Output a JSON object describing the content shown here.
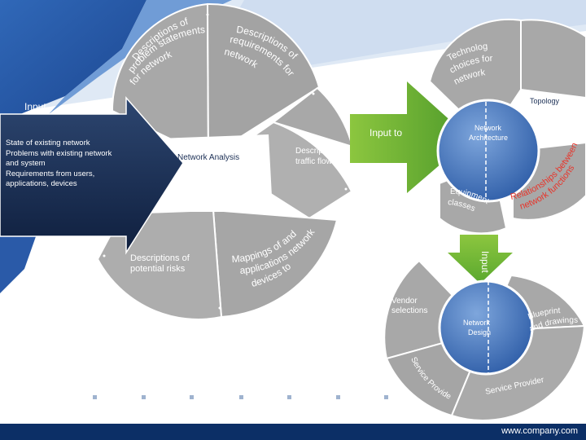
{
  "analysis": {
    "segments": {
      "problem_statements": "Descriptions of problem statements for network",
      "requirements": "Descriptions of requirements for network",
      "traffic_flows": "Descriptions of traffic flows",
      "mappings": "Mappings of applications and devices to network",
      "potential_risks": "Descriptions of potential risks"
    },
    "center_label": "Network Analysis",
    "input_label": "Input",
    "input_items": [
      "State of existing network",
      "Problems with existing network",
      "and system",
      "Requirements from users,",
      "applications, devices"
    ],
    "output_label": "Input to"
  },
  "architecture": {
    "center_label": "Network Architecture",
    "topology_label": "Topology",
    "segments": {
      "technology_choices": "Technology choices for network",
      "relationships": "Relationships between network functions",
      "equipment_classes": "Equipment classes"
    }
  },
  "design": {
    "input_label": "Input",
    "center_label": "Network Design",
    "segments": {
      "vendor_selections": "Vendor selections",
      "blueprints": "Blueprints and drawings",
      "service_provider_curved": "Service Provider",
      "service_provider": "Service Provider"
    }
  },
  "footer": {
    "url": "www.company.com"
  },
  "colors": {
    "header_blue": "#1f4a9a",
    "segment_gray": "#a8a8a8",
    "green_arrow": "#6ab33f",
    "navy_arrow": "#1b2f55",
    "footer_navy": "#0c2f66",
    "center_blue": "#4a78b8"
  }
}
